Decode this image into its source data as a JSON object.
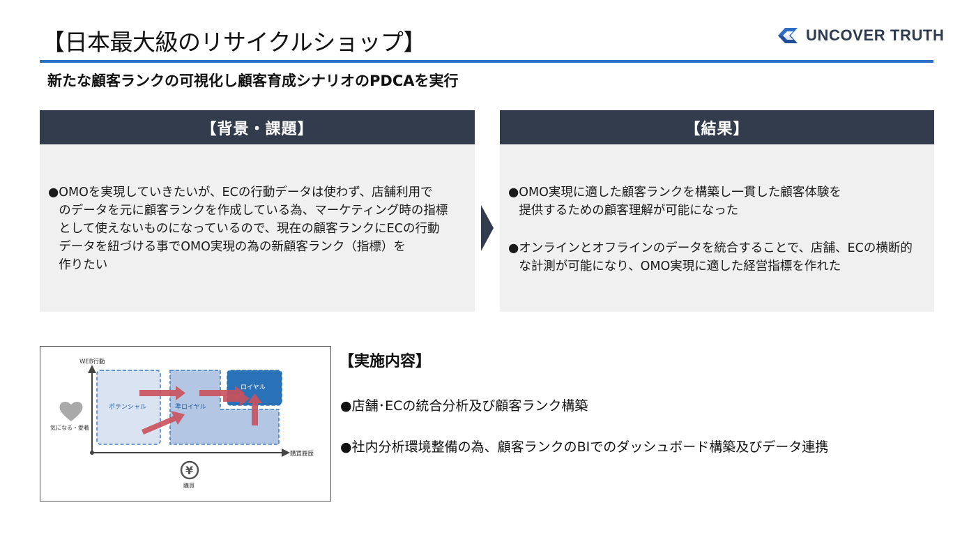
{
  "header": {
    "title": "【日本最大級のリサイクルショップ】",
    "logo_text": "UNCOVER TRUTH",
    "subtitle": "新たな顧客ランクの可視化し顧客育成シナリオのPDCAを実行"
  },
  "background_panel": {
    "heading": "【背景・課題】",
    "bullet": "●",
    "lines": [
      "OMOを実現していきたいが、ECの行動データは使わず、店舗利用で",
      "のデータを元に顧客ランクを作成している為、マーケティング時の指標",
      "として使えないものになっているので、現在の顧客ランクにECの行動",
      "データを紐づける事でOMO実現の為の新顧客ランク（指標）を",
      "作りたい"
    ]
  },
  "result_panel": {
    "heading": "【結果】",
    "bullet": "●",
    "items": [
      {
        "lines": [
          "OMO実現に適した顧客ランクを構築し一貫した顧客体験を",
          "提供するための顧客理解が可能になった"
        ]
      },
      {
        "lines": [
          "オンラインとオフラインのデータを統合することで、店舗、ECの横断的",
          "な計測が可能になり、OMO実現に適した経営指標を作れた"
        ]
      }
    ]
  },
  "diagram": {
    "y_axis_label": "WEB行動",
    "x_axis_label": "購買履歴",
    "heart_label": "気になる・愛着",
    "yen_label": "購買",
    "yen_symbol": "¥",
    "box_potential": "ポテンシャル",
    "box_semi_loyal": "準ロイヤル",
    "box_loyal": "ロイヤル",
    "colors": {
      "loyal": "#2a72b8",
      "semi": "#b3c6e4",
      "potential": "#d9e3f2",
      "arrow": "#c9515d",
      "dash": "#3d7bc4"
    }
  },
  "implementation": {
    "title": "【実施内容】",
    "items": [
      "●店舗･ECの統合分析及び顧客ランク構築",
      "●社内分析環境整備の為、顧客ランクのBIでのダッシュボード構築及びデータ連携"
    ]
  }
}
